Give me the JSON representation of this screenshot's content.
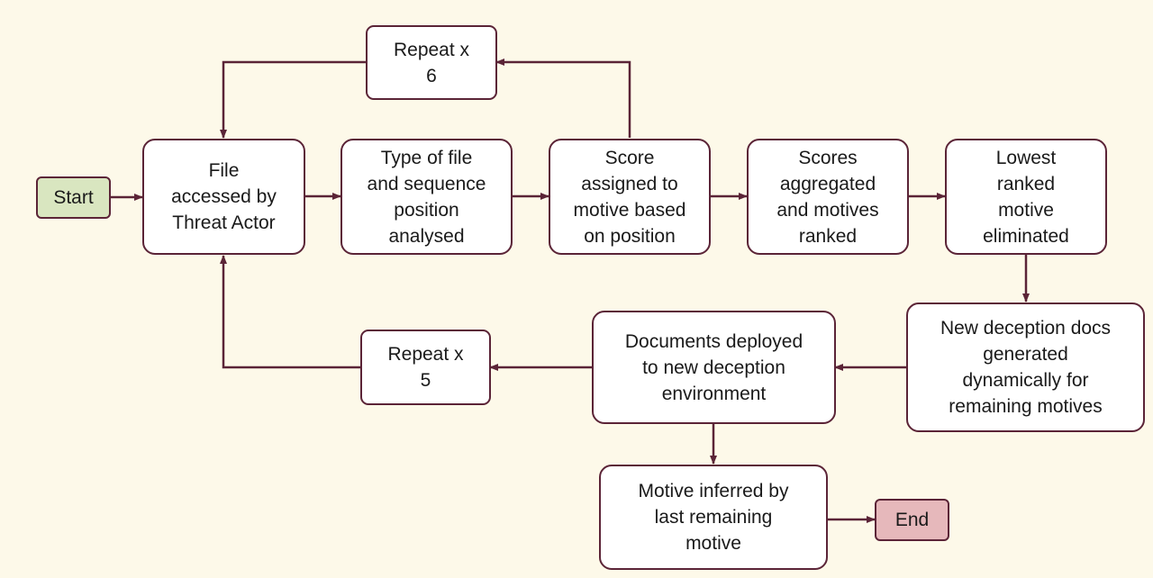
{
  "colors": {
    "background": "#fdf9e9",
    "border": "#5b2437",
    "node_fill": "#ffffff",
    "start_fill": "#d9e6c0",
    "end_fill": "#e6b8bb"
  },
  "nodes": {
    "start": "Start",
    "file_accessed": "File\naccessed by\nThreat Actor",
    "type_of_file": "Type of file\nand sequence\nposition\nanalysed",
    "score_assigned": "Score\nassigned to\nmotive based\non position",
    "scores_aggregated": "Scores\naggregated\nand motives\nranked",
    "lowest_ranked": "Lowest\nranked\nmotive\neliminated",
    "repeat_6": "Repeat x\n6",
    "new_docs": "New deception docs\ngenerated\ndynamically for\nremaining motives",
    "documents_deployed": "Documents deployed\nto new deception\nenvironment",
    "repeat_5": "Repeat x\n5",
    "motive_inferred": "Motive inferred by\nlast remaining\nmotive",
    "end": "End"
  }
}
